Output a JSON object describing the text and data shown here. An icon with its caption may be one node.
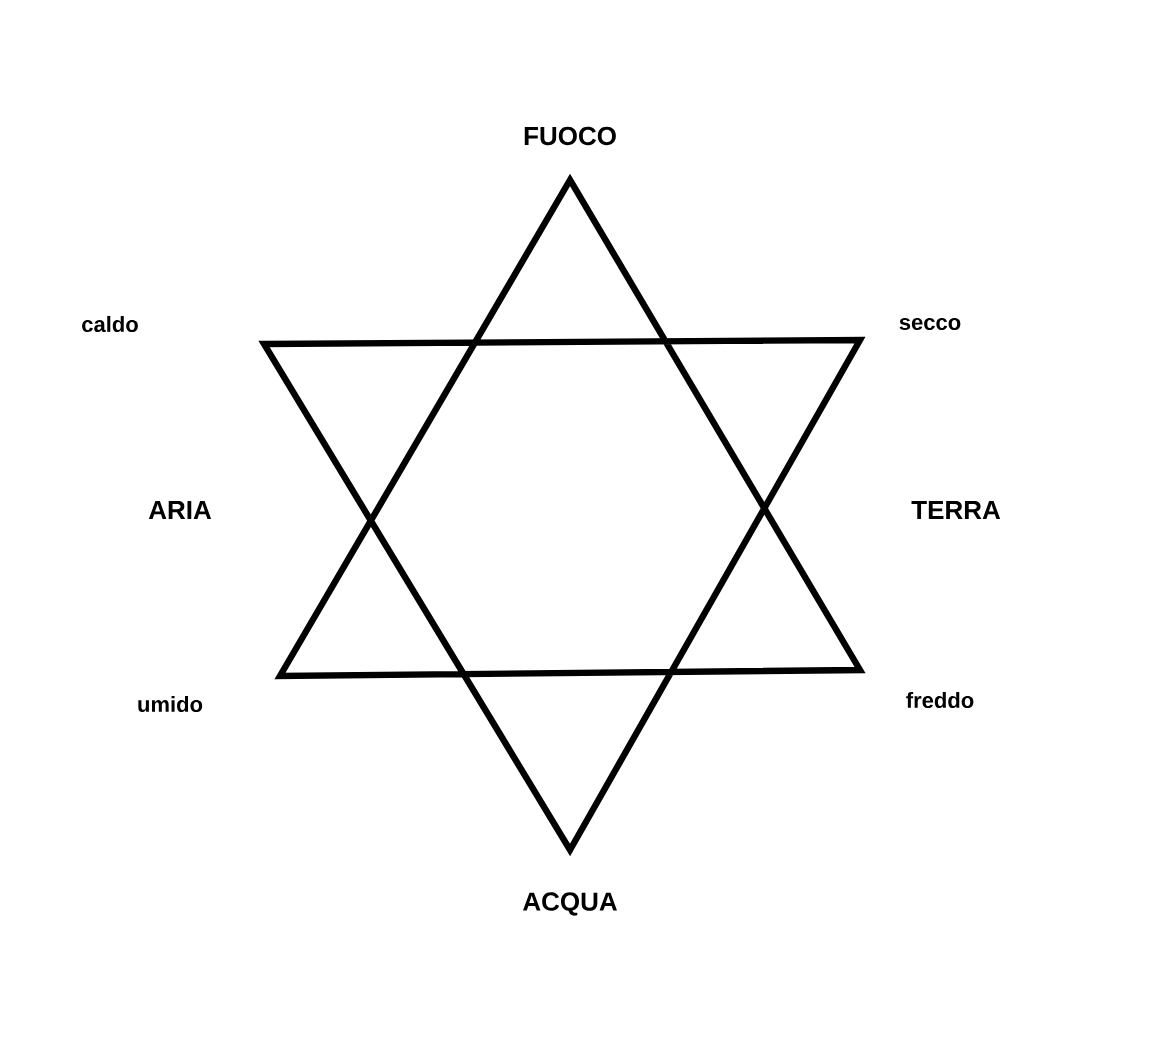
{
  "diagram": {
    "labels": [
      "FUOCO",
      "caldo",
      "secco",
      "ARIA",
      "TERRA",
      "umido",
      "freddo",
      "ACQUA"
    ]
  }
}
